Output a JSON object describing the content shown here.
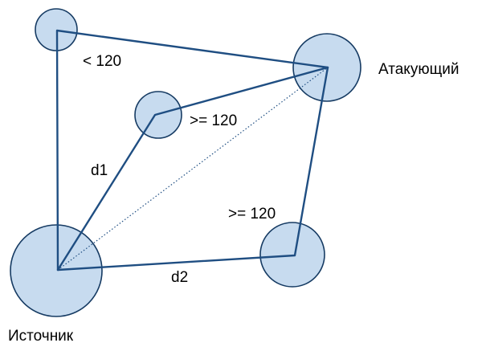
{
  "labels": {
    "attacker": "Атакующий",
    "source": "Источник",
    "lt120": "< 120",
    "ge120_middle": ">= 120",
    "ge120_right": ">= 120",
    "d1": "d1",
    "d2": "d2"
  },
  "colors": {
    "node_fill": "#c7dbef",
    "node_stroke": "#163b63",
    "edge": "#1f4e82",
    "text": "#000000"
  }
}
